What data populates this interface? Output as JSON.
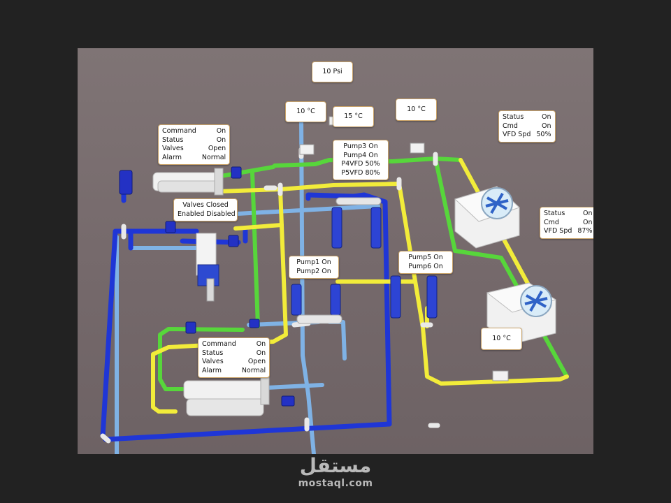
{
  "colors": {
    "background": "#222222",
    "scene": "#75696b",
    "pipe_blue": "#1f36d6",
    "pipe_light_blue": "#7fb2e5",
    "pipe_green": "#57d63b",
    "pipe_yellow": "#f2ec3a",
    "label_border": "#c9a36a"
  },
  "labels": {
    "pressure": "10 Psi",
    "temp_left": "10 °C",
    "temp_mid": "15 °C",
    "temp_right": "10 °C",
    "temp_bottom_right": "10 °C",
    "valves": {
      "line1": "Valves Closed",
      "line2": "Enabled Disabled"
    },
    "pumps12": {
      "line1": "Pump1 On",
      "line2": "Pump2 On"
    },
    "pumps34": {
      "line1": "Pump3 On",
      "line2": "Pump4 On",
      "line3": "P4VFD 50%",
      "line4": "P5VFD 80%"
    },
    "pumps56": {
      "line1": "Pump5 On",
      "line2": "Pump6 On"
    }
  },
  "chiller_top": {
    "rows": [
      {
        "k": "Command",
        "v": "On"
      },
      {
        "k": "Status",
        "v": "On"
      },
      {
        "k": "Valves",
        "v": "Open"
      },
      {
        "k": "Alarm",
        "v": "Normal"
      }
    ]
  },
  "chiller_bottom": {
    "rows": [
      {
        "k": "Command",
        "v": "On"
      },
      {
        "k": "Status",
        "v": "On"
      },
      {
        "k": "Valves",
        "v": "Open"
      },
      {
        "k": "Alarm",
        "v": "Normal"
      }
    ]
  },
  "tower1": {
    "rows": [
      {
        "k": "Status",
        "v": "On"
      },
      {
        "k": "Cmd",
        "v": "On"
      },
      {
        "k": "VFD Spd",
        "v": "50%"
      }
    ]
  },
  "tower2": {
    "rows": [
      {
        "k": "Status",
        "v": "On"
      },
      {
        "k": "Cmd",
        "v": "On"
      },
      {
        "k": "VFD Spd",
        "v": "87%"
      }
    ]
  },
  "watermark": {
    "arabic": "مستقل",
    "latin": "mostaql.com"
  }
}
